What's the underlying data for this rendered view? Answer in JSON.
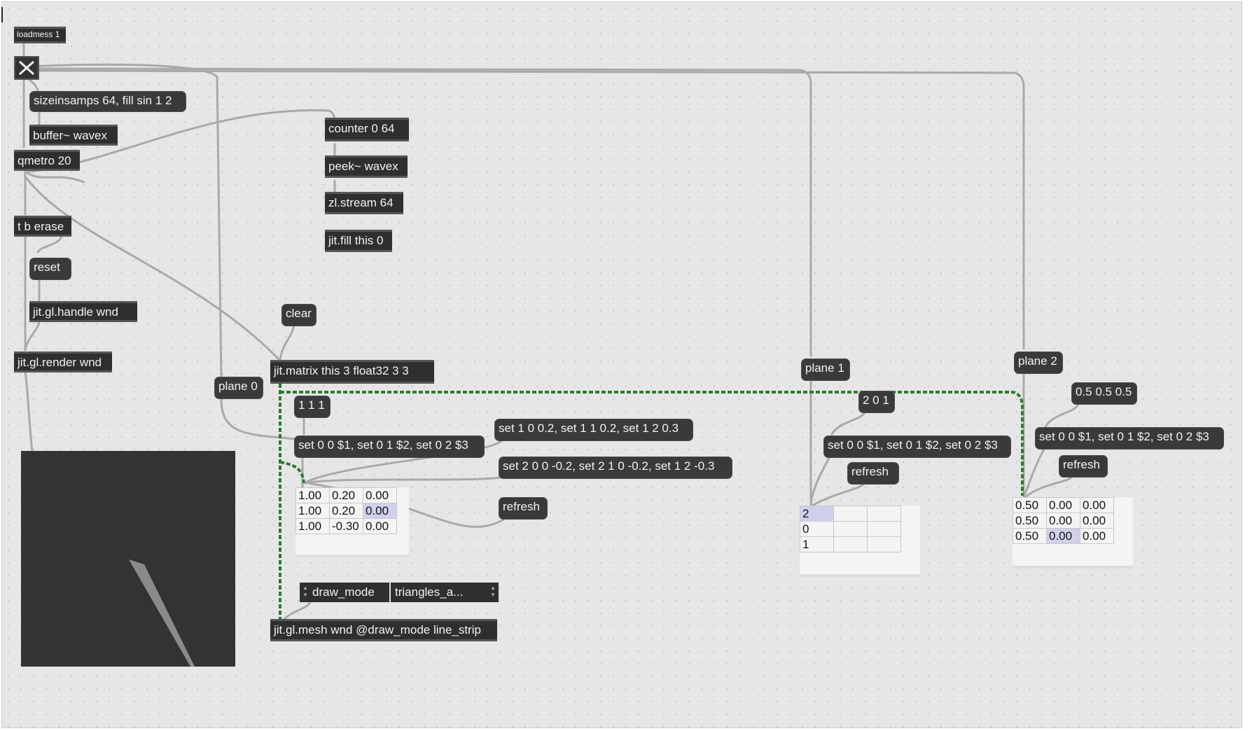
{
  "objects": {
    "loadmess": "loadmess 1",
    "sizeinsamps": "sizeinsamps 64, fill sin 1 2",
    "buffer": "buffer~ wavex",
    "qmetro": "qmetro 20",
    "counter": "counter 0 64",
    "peek": "peek~ wavex",
    "zlstream": "zl.stream 64",
    "jitfill": "jit.fill this 0",
    "tberase": "t b erase",
    "reset": "reset",
    "handle": "jit.gl.handle wnd",
    "render": "jit.gl.render wnd",
    "clear": "clear",
    "plane0": "plane 0",
    "matrix": "jit.matrix this 3 float32 3 3",
    "plane1": "plane 1",
    "plane2": "plane 2",
    "msg111": "1 1 1",
    "set_a": "set 0 0 $1, set 0 1 $2, set 0 2 $3",
    "set_b": "set 1 0 0.2, set 1 1 0.2, set 1 2 0.3",
    "set_c": "set 2 0 0 -0.2, set 2 1 0 -0.2, set 1 2 -0.3",
    "refresh_a": "refresh",
    "msg201": "2 0 1",
    "set_d": "set 0 0 $1, set 0 1 $2, set 0 2 $3",
    "refresh_b": "refresh",
    "msg555": "0.5 0.5 0.5",
    "set_e": "set 0 0 $1, set 0 1 $2, set 0 2 $3",
    "refresh_c": "refresh",
    "mesh": "jit.gl.mesh wnd @draw_mode line_strip"
  },
  "attrui": {
    "attr": "draw_mode",
    "value": "triangles_a..."
  },
  "cells0": [
    [
      "1.00",
      "0.20",
      "0.00"
    ],
    [
      "1.00",
      "0.20",
      "0.00"
    ],
    [
      "1.00",
      "-0.30",
      "0.00"
    ]
  ],
  "cells1": [
    [
      "2",
      "",
      ""
    ],
    [
      "0",
      "",
      ""
    ],
    [
      "1",
      "",
      ""
    ]
  ],
  "cells2": [
    [
      "0.50",
      "0.00",
      "0.00"
    ],
    [
      "0.50",
      "0.00",
      "0.00"
    ],
    [
      "0.50",
      "0.00",
      "0.00"
    ]
  ],
  "colors": {
    "canvas": "#e6e6e6",
    "object": "#2f2f2f",
    "patchcord": "#a6a6a6",
    "matrix_cord": "#3c9a3c",
    "cell_selected": "#d0d0ec"
  }
}
